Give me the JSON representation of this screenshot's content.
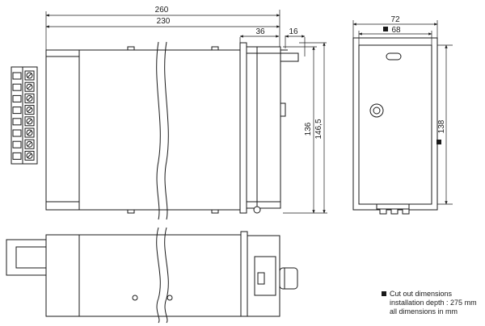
{
  "dimensions": {
    "overall_length": "260",
    "body_length": "230",
    "bezel_depth": "36",
    "knob_depth": "16",
    "front_width": "72",
    "cutout_width": "68",
    "bezel_height": "146,5",
    "body_height": "136",
    "cutout_height": "138"
  },
  "legend": {
    "cutout_note": "Cut out dimensions",
    "depth_note": "installation depth : 275 mm",
    "units_note": "all dimensions in mm"
  },
  "colors": {
    "ink": "#1a1a1a",
    "background": "#ffffff"
  }
}
